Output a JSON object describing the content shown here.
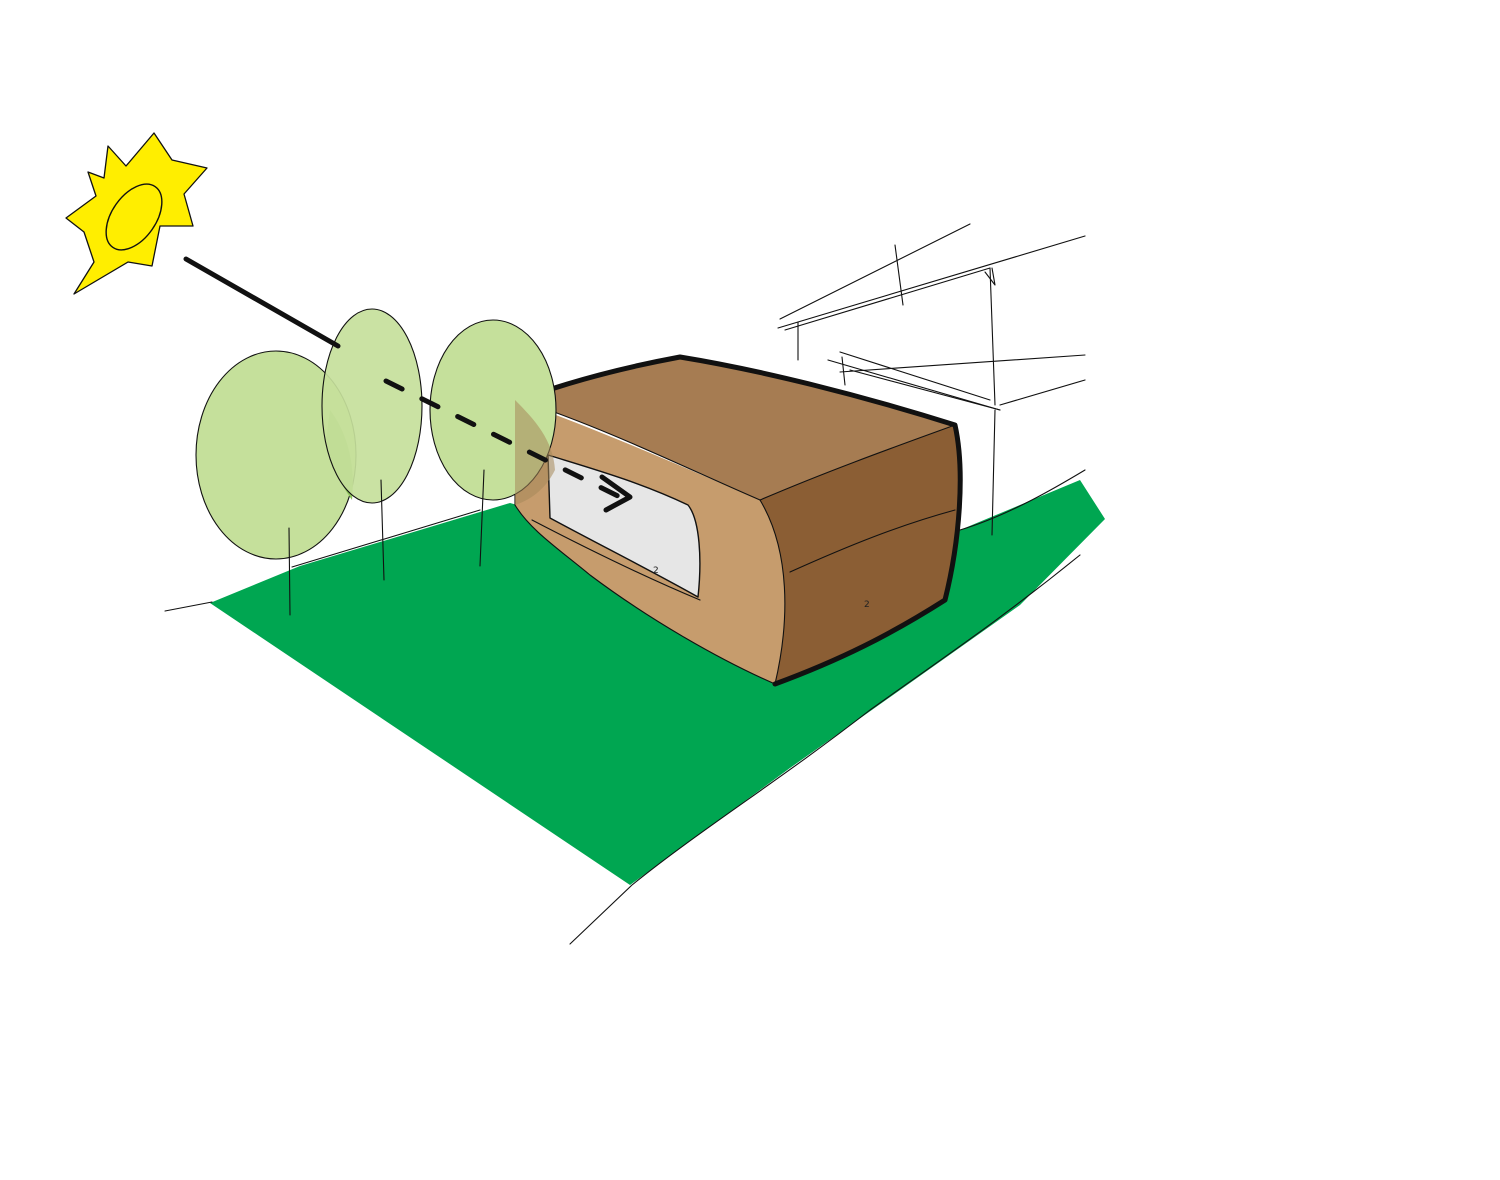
{
  "colors": {
    "background": "#ffffff",
    "sun": "#ffee00",
    "ground": "#00a651",
    "tree_canopy": "#c5e09b",
    "tree_overlap": "#8cc25a",
    "building_top": "#a67c52",
    "building_side": "#8b5e34",
    "building_front": "#c69c6d",
    "window_glass": "#e6e6e6",
    "ink": "#111111"
  },
  "elements": {
    "sun": "sun-icon",
    "trees": [
      "tree-left",
      "tree-middle",
      "tree-right"
    ],
    "building": "earth-sheltered-building",
    "neighbor": "neighboring-building-outline",
    "light_path": "sunlight-ray-arrow"
  },
  "annotations": {
    "front_mark": "2",
    "side_mark": "2"
  }
}
